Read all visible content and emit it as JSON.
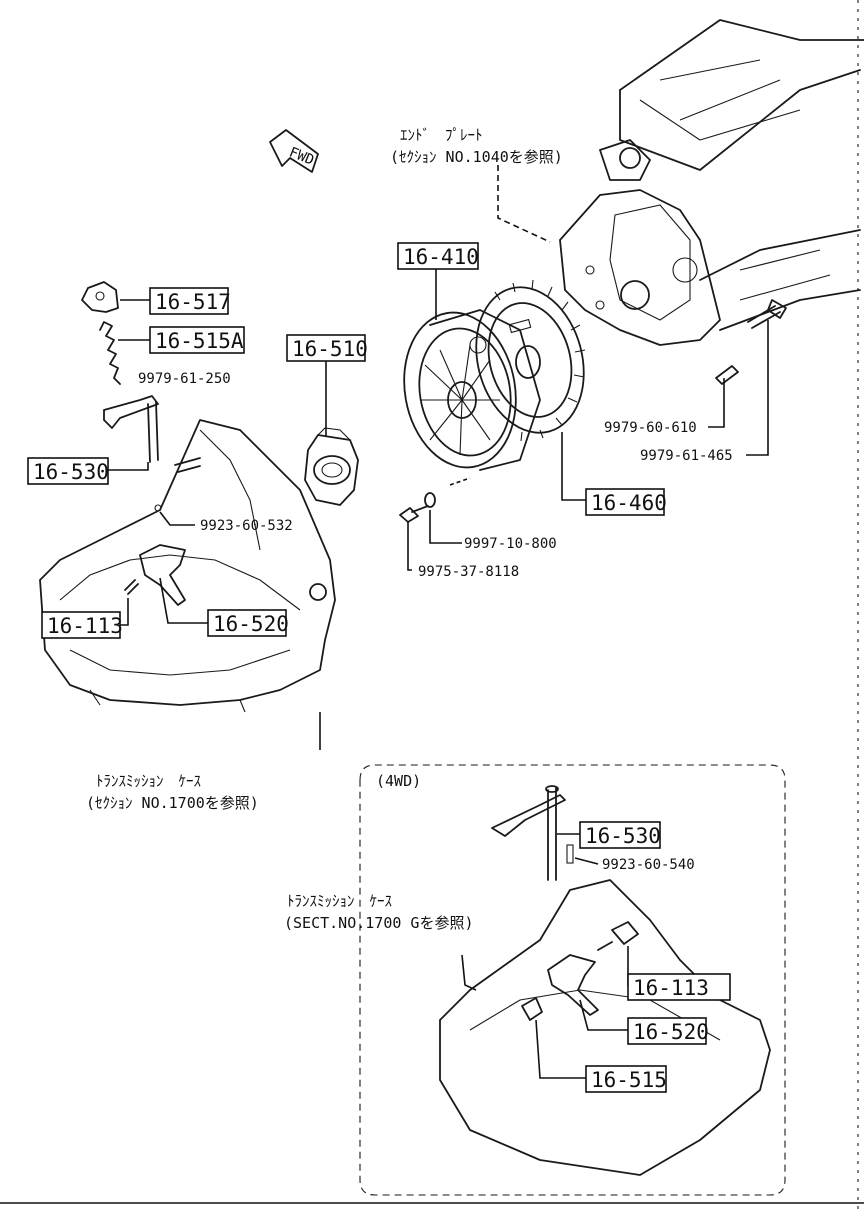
{
  "diagram": {
    "fwd_label": "FWD",
    "end_plate": {
      "line1": "ｴﾝﾄﾞ　ﾌﾟﾚｰﾄ",
      "line2": "(ｾｸｼｮﾝ NO.1040を参照)"
    },
    "trans_case_main": {
      "line1": "ﾄﾗﾝｽﾐｯｼｮﾝ　ｹｰｽ",
      "line2": "(ｾｸｼｮﾝ NO.1700を参照)"
    },
    "section_4wd": {
      "title": "(4WD)",
      "trans_case_line1": "ﾄﾗﾝｽﾐｯｼｮﾝ　ｹｰｽ",
      "trans_case_line2": "(SECT.NO.1700 Gを参照)"
    },
    "boxed_parts": {
      "p16_517": "16-517",
      "p16_515A": "16-515A",
      "p16_510": "16-510",
      "p16_410": "16-410",
      "p16_530": "16-530",
      "p16_113": "16-113",
      "p16_520": "16-520",
      "p16_460": "16-460",
      "p4wd_16_530": "16-530",
      "p4wd_16_113": "16-113",
      "p4wd_16_520": "16-520",
      "p4wd_16_515": "16-515"
    },
    "plain_parts": {
      "n9979_61_250": "9979-61-250",
      "n9923_60_532": "9923-60-532",
      "n9997_10_800": "9997-10-800",
      "n9975_37_8118": "9975-37-8118",
      "n9979_60_610": "9979-60-610",
      "n9979_61_465": "9979-61-465",
      "n9923_60_540": "9923-60-540"
    }
  }
}
